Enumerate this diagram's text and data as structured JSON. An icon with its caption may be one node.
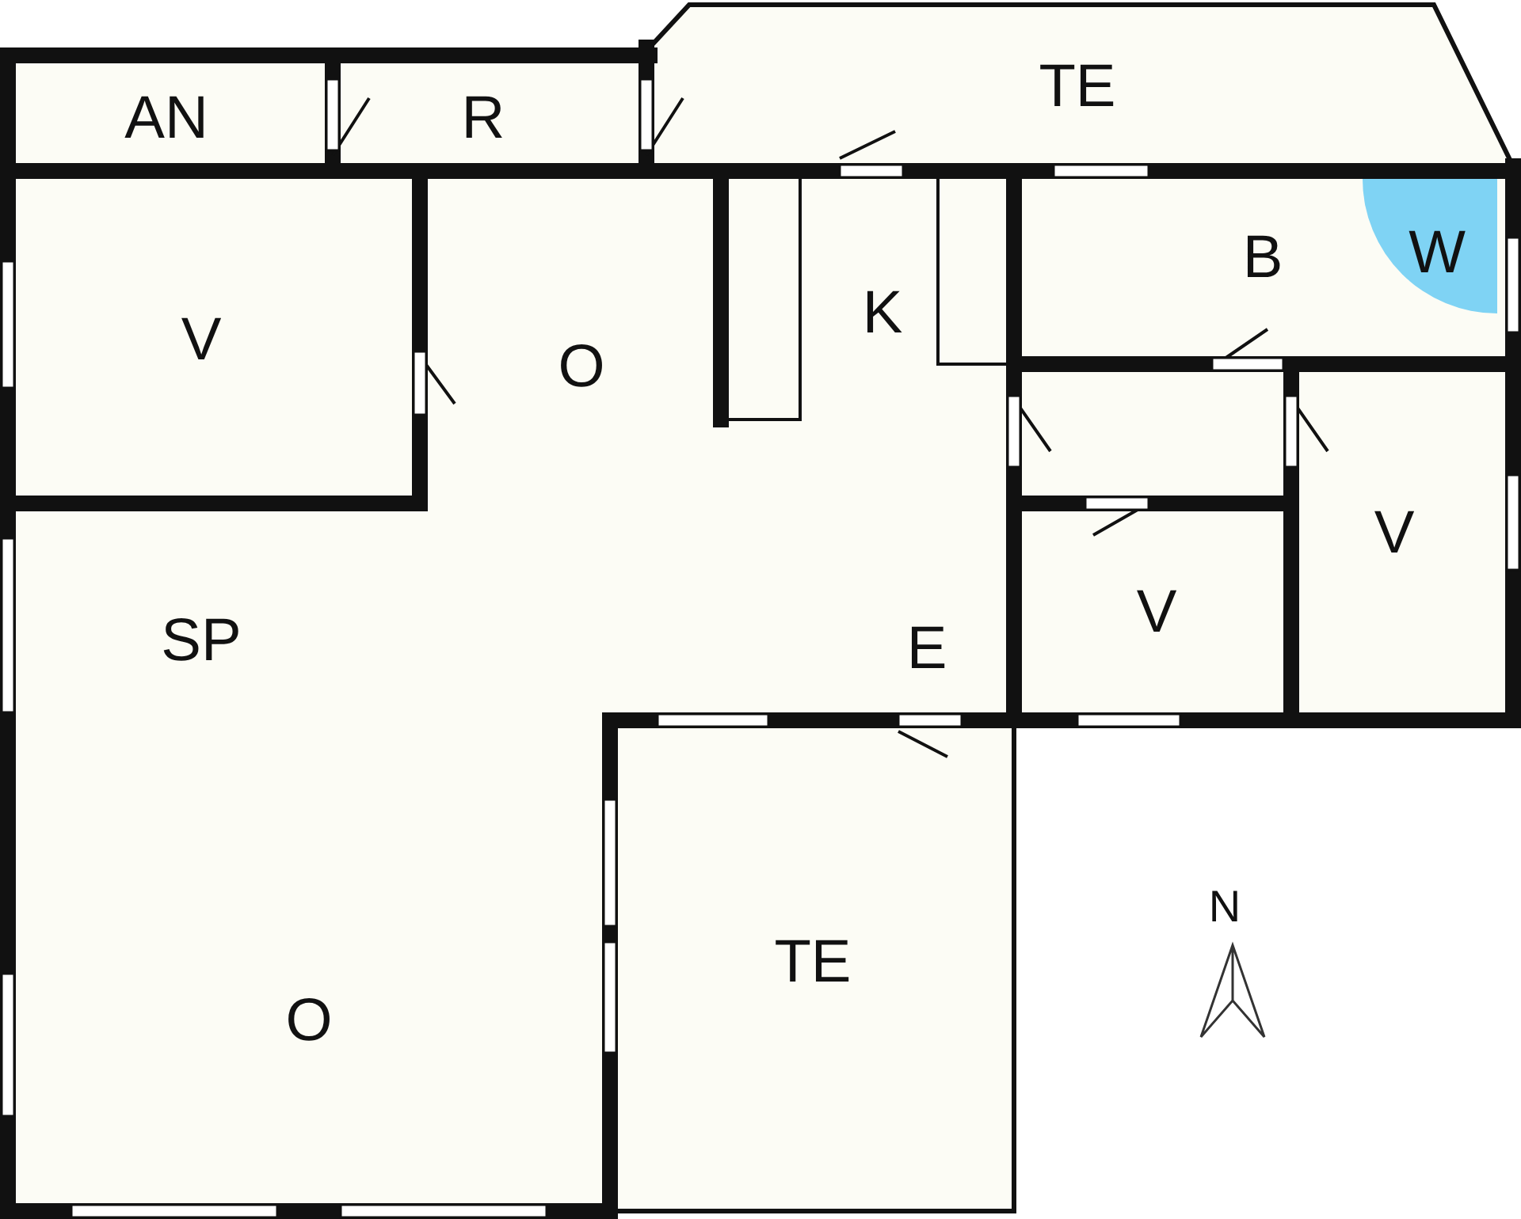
{
  "diagram": {
    "labels": [
      "AN",
      "R",
      "TE",
      "B",
      "W",
      "K",
      "V",
      "O",
      "V",
      "SP",
      "E",
      "V",
      "N",
      "TE",
      "O"
    ]
  }
}
